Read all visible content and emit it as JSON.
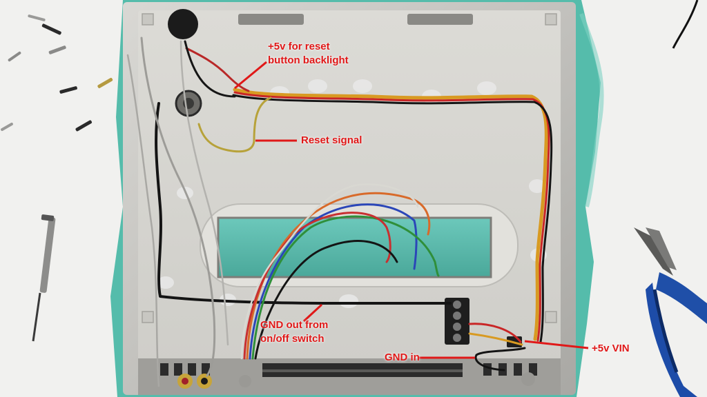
{
  "photo": {
    "annotations": {
      "reset_backlight": [
        "+5v for reset",
        "button backlight"
      ],
      "reset_signal": "Reset signal",
      "gnd_out": [
        "GND out from",
        "on/off switch"
      ],
      "gnd_in": "GND in",
      "vin_5v": "+5v VIN"
    },
    "label_color": "#e01818",
    "case_color": "#b9b8b4",
    "cloth_color": "#4fb9a8",
    "window_color": "#5fbcb0"
  }
}
